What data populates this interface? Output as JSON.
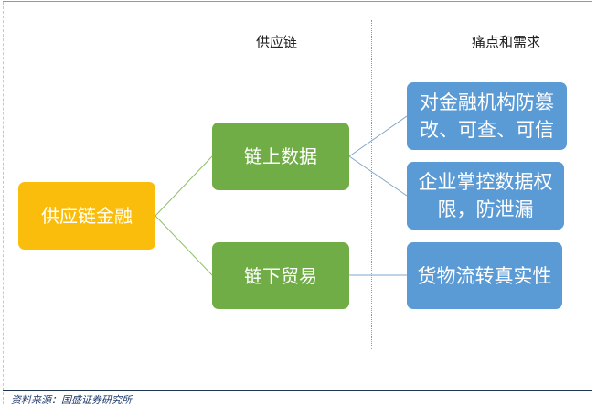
{
  "headers": {
    "supply_chain": "供应链",
    "pain_points": "痛点和需求"
  },
  "nodes": {
    "root": "供应链金融",
    "on_chain": "链上数据",
    "off_chain": "链下贸易",
    "need1": "对金融机构防篡改、可查、可信",
    "need2": "企业掌控数据权限，防泄漏",
    "need3": "货物流转真实性"
  },
  "source": "资料来源：国盛证券研究所",
  "colors": {
    "root": "#fbbd0c",
    "chain": "#70ad47",
    "need": "#5b9bd5"
  }
}
